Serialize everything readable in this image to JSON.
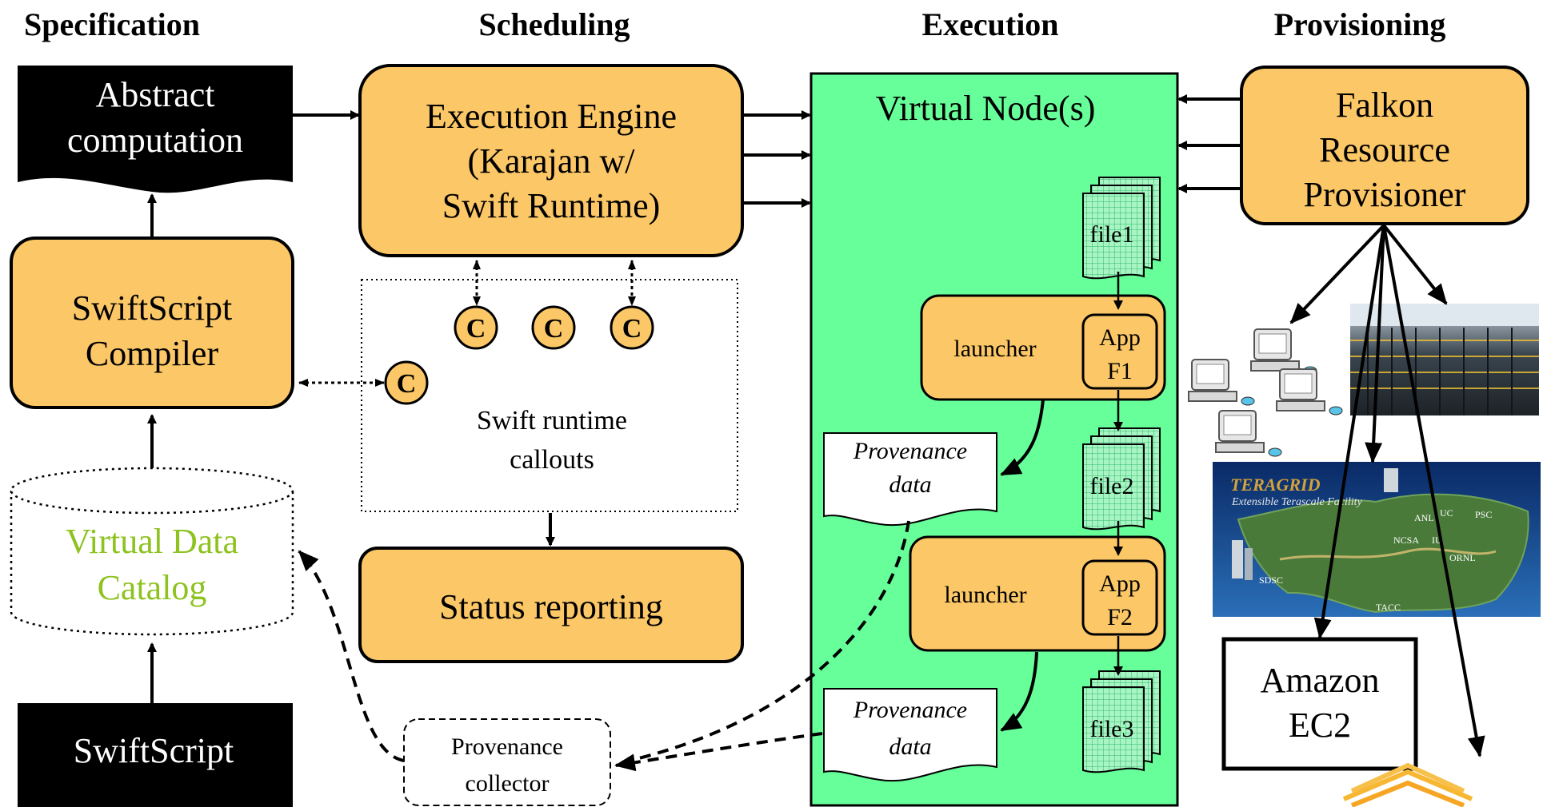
{
  "headers": {
    "specification": "Specification",
    "scheduling": "Scheduling",
    "execution": "Execution",
    "provisioning": "Provisioning"
  },
  "specification": {
    "abstract": [
      "Abstract",
      "computation"
    ],
    "compiler": [
      "SwiftScript",
      "Compiler"
    ],
    "catalog": [
      "Virtual Data",
      "Catalog"
    ],
    "swiftscript": "SwiftScript"
  },
  "scheduling": {
    "engine": [
      "Execution Engine",
      "(Karajan w/",
      "Swift Runtime)"
    ],
    "callout_symbol": "C",
    "callouts": [
      "Swift runtime",
      "callouts"
    ],
    "status": "Status reporting",
    "collector": [
      "Provenance",
      "collector"
    ]
  },
  "execution": {
    "node": "Virtual Node(s)",
    "files": [
      "file1",
      "file2",
      "file3"
    ],
    "launcher": "launcher",
    "apps": [
      [
        "App",
        "F1"
      ],
      [
        "App",
        "F2"
      ]
    ],
    "provenance": [
      "Provenance",
      "data"
    ]
  },
  "provisioning": {
    "falkon": [
      "Falkon",
      "Resource",
      "Provisioner"
    ],
    "amazon": [
      "Amazon",
      "EC2"
    ],
    "teragrid": [
      "TERAGRID",
      "Extensible Terascale Facility"
    ],
    "teragrid_sites": [
      "ANL",
      "UC",
      "PSC",
      "NCSA",
      "IU",
      "ORNL",
      "SDSC",
      "TACC"
    ]
  },
  "colors": {
    "box": "#FCC766",
    "node_bg": "#66FF99",
    "catalog_text": "#8DC21F",
    "black": "#000000"
  }
}
